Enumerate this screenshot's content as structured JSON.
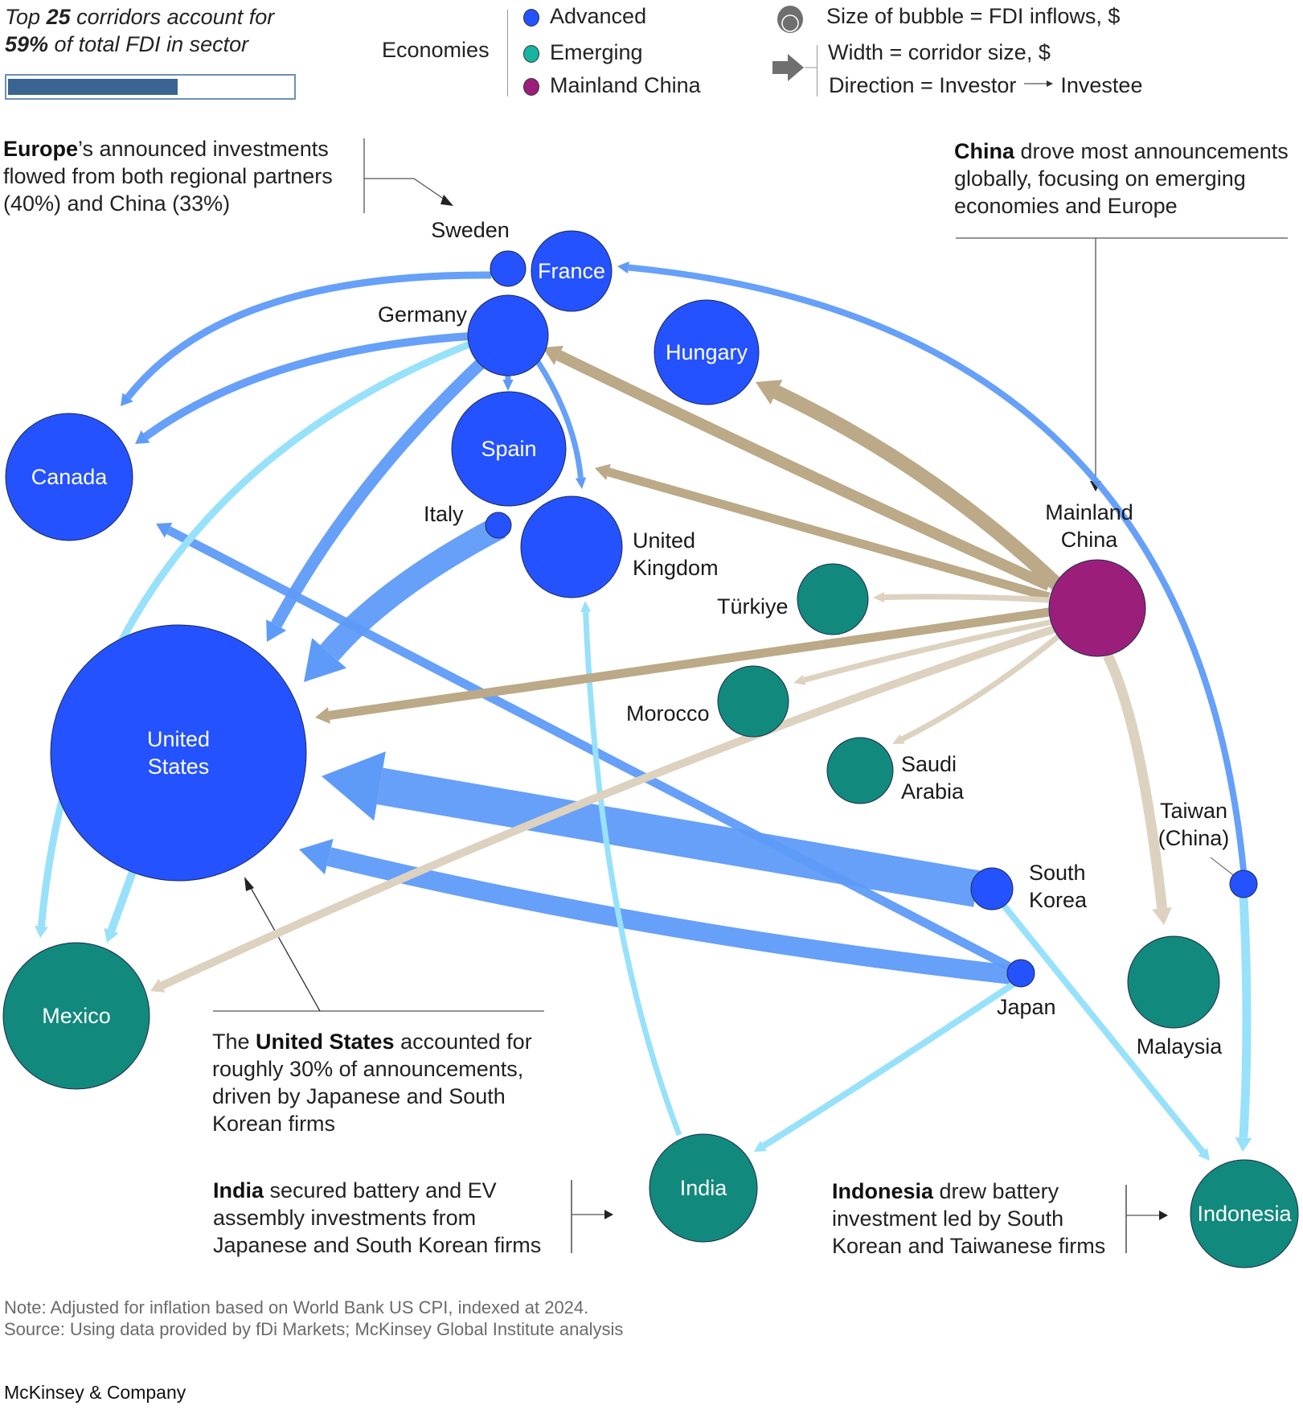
{
  "header": {
    "title_pre": "Top ",
    "title_count": "25",
    "title_mid": " corridors account for",
    "title_pct": "59%",
    "title_post": " of total FDI in sector",
    "share_of_total_fdi": 0.59
  },
  "legend": {
    "economies_label": "Economies",
    "items": [
      {
        "label": "Advanced",
        "color": "#2452FF"
      },
      {
        "label": "Emerging",
        "color": "#17B3A3"
      },
      {
        "label": "Mainland China",
        "color": "#9B1F7A"
      }
    ],
    "bubble_label": "Size of bubble = FDI inflows, $",
    "width_label": "Width = corridor size, $",
    "direction_label_pre": "Direction = Investor",
    "direction_label_post": "Investee",
    "bubble_icon": "nested-circle-icon",
    "width_icon": "thick-arrow-icon"
  },
  "callouts": {
    "europe": {
      "bold": "Europe",
      "rest_line1": "’s announced investments",
      "line2": "flowed from both regional partners",
      "line3": "(40%) and China (33%)"
    },
    "china": {
      "bold": "China",
      "rest_line1": " drove most announcements",
      "line2": "globally, focusing on emerging",
      "line3": "economies and Europe"
    },
    "us": {
      "line1_pre": "The ",
      "bold": "United States",
      "line1_post": " accounted for",
      "line2": "roughly 30% of announcements,",
      "line3": "driven by Japanese and South",
      "line4": "Korean firms"
    },
    "india": {
      "bold": "India",
      "rest_line1": " secured battery and EV",
      "line2": "assembly investments from",
      "line3": "Japanese and South Korean firms"
    },
    "indonesia": {
      "bold": "Indonesia",
      "rest_line1": " drew battery",
      "line2": "investment led by South",
      "line3": "Korean and Taiwanese firms"
    }
  },
  "footer": {
    "note": "Note: Adjusted for inflation based on World Bank US CPI, indexed at 2024.",
    "source": "Source: Using data provided by fDi Markets; McKinsey Global Institute analysis",
    "brand": "McKinsey & Company"
  },
  "colors": {
    "advanced": "#2452FF",
    "emerging": "#11897D",
    "china": "#9B1F7A",
    "corridor_advanced": "#5E9BF8",
    "corridor_emerging_investor": "#98E1FA",
    "corridor_china_major": "#BBA987",
    "corridor_china_minor": "#DDD2C0"
  },
  "nodes": [
    {
      "id": "sweden",
      "name": "Sweden",
      "type": "advanced",
      "fdi_rank_size": "small"
    },
    {
      "id": "france",
      "name": "France",
      "type": "advanced"
    },
    {
      "id": "germany",
      "name": "Germany",
      "type": "advanced"
    },
    {
      "id": "hungary",
      "name": "Hungary",
      "type": "advanced"
    },
    {
      "id": "spain",
      "name": "Spain",
      "type": "advanced"
    },
    {
      "id": "canada",
      "name": "Canada",
      "type": "advanced"
    },
    {
      "id": "italy",
      "name": "Italy",
      "type": "advanced"
    },
    {
      "id": "uk",
      "name": "United\nKingdom",
      "type": "advanced"
    },
    {
      "id": "turkiye",
      "name": "Türkiye",
      "type": "emerging"
    },
    {
      "id": "china",
      "name": "Mainland\nChina",
      "type": "china"
    },
    {
      "id": "morocco",
      "name": "Morocco",
      "type": "emerging"
    },
    {
      "id": "saudi",
      "name": "Saudi\nArabia",
      "type": "emerging"
    },
    {
      "id": "us",
      "name": "United\nStates",
      "type": "advanced"
    },
    {
      "id": "skorea",
      "name": "South\nKorea",
      "type": "advanced"
    },
    {
      "id": "taiwan",
      "name": "Taiwan\n(China)",
      "type": "advanced"
    },
    {
      "id": "japan",
      "name": "Japan",
      "type": "advanced"
    },
    {
      "id": "mexico",
      "name": "Mexico",
      "type": "emerging"
    },
    {
      "id": "malaysia",
      "name": "Malaysia",
      "type": "emerging"
    },
    {
      "id": "india",
      "name": "India",
      "type": "emerging"
    },
    {
      "id": "indonesia",
      "name": "Indonesia",
      "type": "emerging"
    }
  ],
  "corridors": [
    {
      "from": "skorea",
      "to": "us",
      "style": "corridor_advanced",
      "relative_size": 5
    },
    {
      "from": "japan",
      "to": "us",
      "style": "corridor_advanced",
      "relative_size": 3
    },
    {
      "from": "italy",
      "to": "us",
      "style": "corridor_advanced",
      "relative_size": 3.5
    },
    {
      "from": "germany",
      "to": "us",
      "style": "corridor_advanced",
      "relative_size": 2
    },
    {
      "from": "japan",
      "to": "canada",
      "style": "corridor_advanced",
      "relative_size": 1.2
    },
    {
      "from": "germany",
      "to": "canada",
      "style": "corridor_advanced",
      "relative_size": 1.2
    },
    {
      "from": "sweden",
      "to": "canada",
      "style": "corridor_advanced",
      "relative_size": 1
    },
    {
      "from": "germany",
      "to": "spain",
      "style": "corridor_advanced",
      "relative_size": 0.7
    },
    {
      "from": "germany",
      "to": "uk",
      "style": "corridor_advanced",
      "relative_size": 0.8
    },
    {
      "from": "taiwan",
      "to": "france",
      "style": "corridor_advanced",
      "relative_size": 1
    },
    {
      "from": "germany",
      "to": "mexico",
      "style": "corridor_emerging_investor",
      "relative_size": 1
    },
    {
      "from": "us",
      "to": "mexico",
      "style": "corridor_emerging_investor",
      "relative_size": 1.2
    },
    {
      "from": "india",
      "to": "uk",
      "style": "corridor_emerging_investor",
      "relative_size": 0.9
    },
    {
      "from": "japan",
      "to": "india",
      "style": "corridor_emerging_investor",
      "relative_size": 1
    },
    {
      "from": "skorea",
      "to": "indonesia",
      "style": "corridor_emerging_investor",
      "relative_size": 1
    },
    {
      "from": "taiwan",
      "to": "indonesia",
      "style": "corridor_emerging_investor",
      "relative_size": 1.3
    },
    {
      "from": "china",
      "to": "hungary",
      "style": "corridor_china_major",
      "relative_size": 2.5
    },
    {
      "from": "china",
      "to": "germany",
      "style": "corridor_china_major",
      "relative_size": 1.8
    },
    {
      "from": "china",
      "to": "uk",
      "style": "corridor_china_major",
      "relative_size": 1.5
    },
    {
      "from": "china",
      "to": "us",
      "style": "corridor_china_major",
      "relative_size": 1.3
    },
    {
      "from": "china",
      "to": "turkiye",
      "style": "corridor_china_minor",
      "relative_size": 1
    },
    {
      "from": "china",
      "to": "morocco",
      "style": "corridor_china_minor",
      "relative_size": 1
    },
    {
      "from": "china",
      "to": "saudi",
      "style": "corridor_china_minor",
      "relative_size": 1
    },
    {
      "from": "china",
      "to": "mexico",
      "style": "corridor_china_minor",
      "relative_size": 1.2
    },
    {
      "from": "china",
      "to": "malaysia",
      "style": "corridor_china_minor",
      "relative_size": 2
    }
  ]
}
